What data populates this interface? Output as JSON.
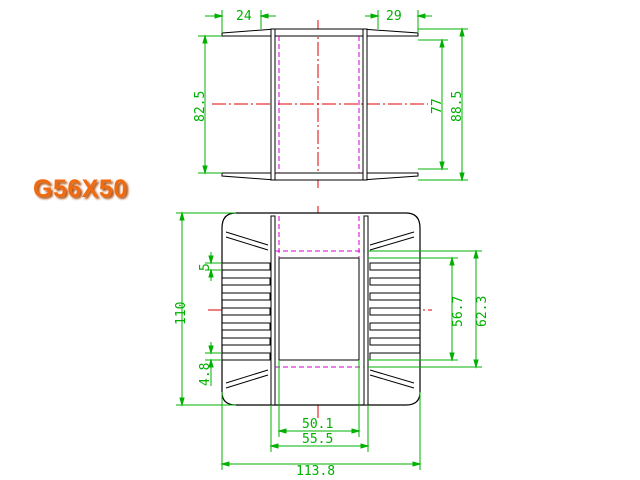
{
  "model_label": "G56X50",
  "colors": {
    "outline": "#000000",
    "dimension": "#00b000",
    "centerline": "#e00000",
    "hidden": "#d000d0",
    "label": "#f06a10"
  },
  "top_view": {
    "dims": {
      "top_left": "24",
      "top_right": "29",
      "left_height": "82.5",
      "right_inner": "77",
      "right_outer": "88.5"
    }
  },
  "front_view": {
    "dims": {
      "slot_width": "5",
      "slot_bottom": "4.8",
      "overall_height": "110",
      "inner_height": "56.7",
      "window_height": "62.3",
      "window_width": "50.1",
      "flange_spacing": "55.5",
      "overall_width": "113.8"
    }
  }
}
